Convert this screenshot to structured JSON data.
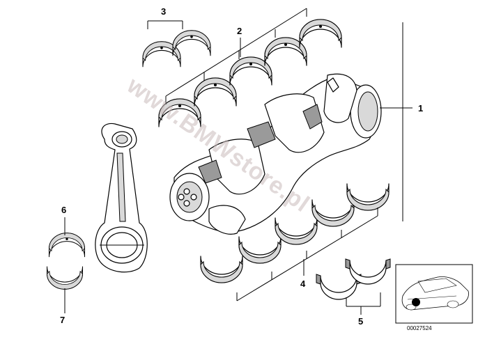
{
  "diagram": {
    "callouts": [
      {
        "id": "1",
        "label": "1"
      },
      {
        "id": "2",
        "label": "2"
      },
      {
        "id": "3",
        "label": "3"
      },
      {
        "id": "4",
        "label": "4"
      },
      {
        "id": "5",
        "label": "5"
      },
      {
        "id": "6",
        "label": "6"
      },
      {
        "id": "7",
        "label": "7"
      }
    ],
    "watermark": "www.BMWstore.pl",
    "reference_number": "00027524"
  }
}
